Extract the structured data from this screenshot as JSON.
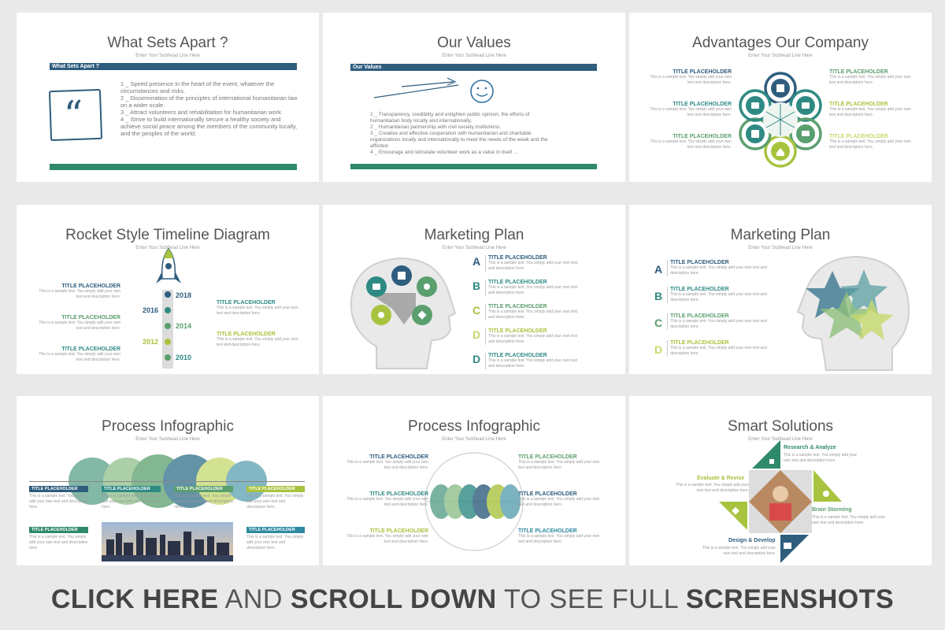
{
  "colors": {
    "navy": "#2e5d7e",
    "teal": "#2f8a84",
    "green": "#5a9f6e",
    "lime": "#a8c43f",
    "light": "#c5d96b",
    "grey": "#555555"
  },
  "subhead": "Enter Your Subhead Line Here",
  "sample": "This is a sample text. You simply add your own text and description here.",
  "title_placeholder": "TITLE PLACEHOLDER",
  "s1": {
    "title": "What Sets Apart ?",
    "bar": "What Sets Apart ?",
    "quote_icon": "quote-icon",
    "items": [
      "1 _ Speed presence in the heart of the event, whatever the circumstances and risks.",
      "2 _ Dissemination of the principles of international humanitarian law on a wider scale.",
      "3 _ Attract volunteers and rehabilitation for humanitarian work.",
      "4 _ Strive to build internationally secure a healthy society and achieve social peace among the members of the community locally, and the peoples of the world."
    ]
  },
  "s2": {
    "title": "Our Values",
    "bar": "Our Values",
    "items": [
      "1 _ Transparency, credibility and enlighten public opinion, the efforts of humanitarian body locally and internationally.",
      "2 _ Humanitarian partnership with civil society institutions.",
      "3 _ Creative and effective cooperation with humanitarian and charitable organizations locally and internationally to meet the needs of the weak and the afflicted.",
      "4 _ Encourage and stimulate volunteer work as a value in itself ..."
    ]
  },
  "s3": {
    "title": "Advantages Our Company"
  },
  "s4": {
    "title": "Rocket Style Timeline Diagram",
    "years": [
      "2018",
      "2016",
      "2014",
      "2012",
      "2010"
    ]
  },
  "s5": {
    "title": "Marketing Plan",
    "letters": [
      "A",
      "B",
      "C",
      "D",
      "D"
    ]
  },
  "s6": {
    "title": "Marketing Plan",
    "letters": [
      "A",
      "B",
      "C",
      "D"
    ]
  },
  "s7": {
    "title": "Process Infographic"
  },
  "s8": {
    "title": "Process Infographic"
  },
  "s9": {
    "title": "Smart Solutions",
    "labels": [
      "Research & Analyze",
      "Evaluate & Revise",
      "Brain Storming",
      "Design & Develop"
    ]
  },
  "cta": {
    "p1": "CLICK HERE",
    "p2": " AND ",
    "p3": "SCROLL DOWN",
    "p4": " TO SEE FULL ",
    "p5": "SCREENSHOTS"
  }
}
